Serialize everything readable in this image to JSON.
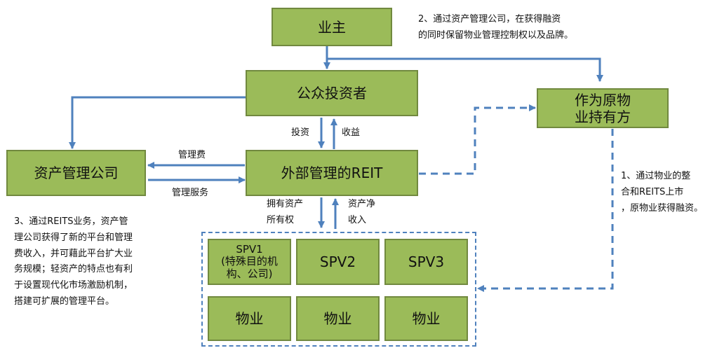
{
  "nodes": {
    "owner": "业主",
    "public_investors": "公众投资者",
    "holder_line1": "作为原物",
    "holder_line2": "业持有方",
    "asset_mgmt_company": "资产管理公司",
    "external_reit": "外部管理的REIT",
    "spv1_line1": "SPV1",
    "spv1_line2": "(特殊目的机",
    "spv1_line3": "构、公司)",
    "spv2": "SPV2",
    "spv3": "SPV3",
    "property": "物业"
  },
  "labels": {
    "invest": "投资",
    "income": "收益",
    "mgmt_fee": "管理费",
    "mgmt_service": "管理服务",
    "own_assets_1": "拥有资产",
    "own_assets_2": "所有权",
    "net_assets_1": "资产净",
    "net_assets_2": "收入"
  },
  "notes": {
    "note2_line1": "2、通过资产管理公司，在获得融资",
    "note2_line2": "的同时保留物业管理控制权以及品牌。",
    "note1_line1": "1、通过物业的整",
    "note1_line2": "合和REITS上市",
    "note1_line3": "，原物业获得融资。",
    "note3_line1": "3、通过REITS业务，资产管",
    "note3_line2": "理公司获得了新的平台和管理",
    "note3_line3": "费收入，并可藉此平台扩大业",
    "note3_line4": "务规模；轻资产的特点也有利",
    "note3_line5": "于设置现代化市场激励机制，",
    "note3_line6": "搭建可扩展的管理平台。"
  },
  "colors": {
    "box_fill": "#9bbb59",
    "box_border": "#71893f",
    "arrow": "#4f81bd"
  }
}
